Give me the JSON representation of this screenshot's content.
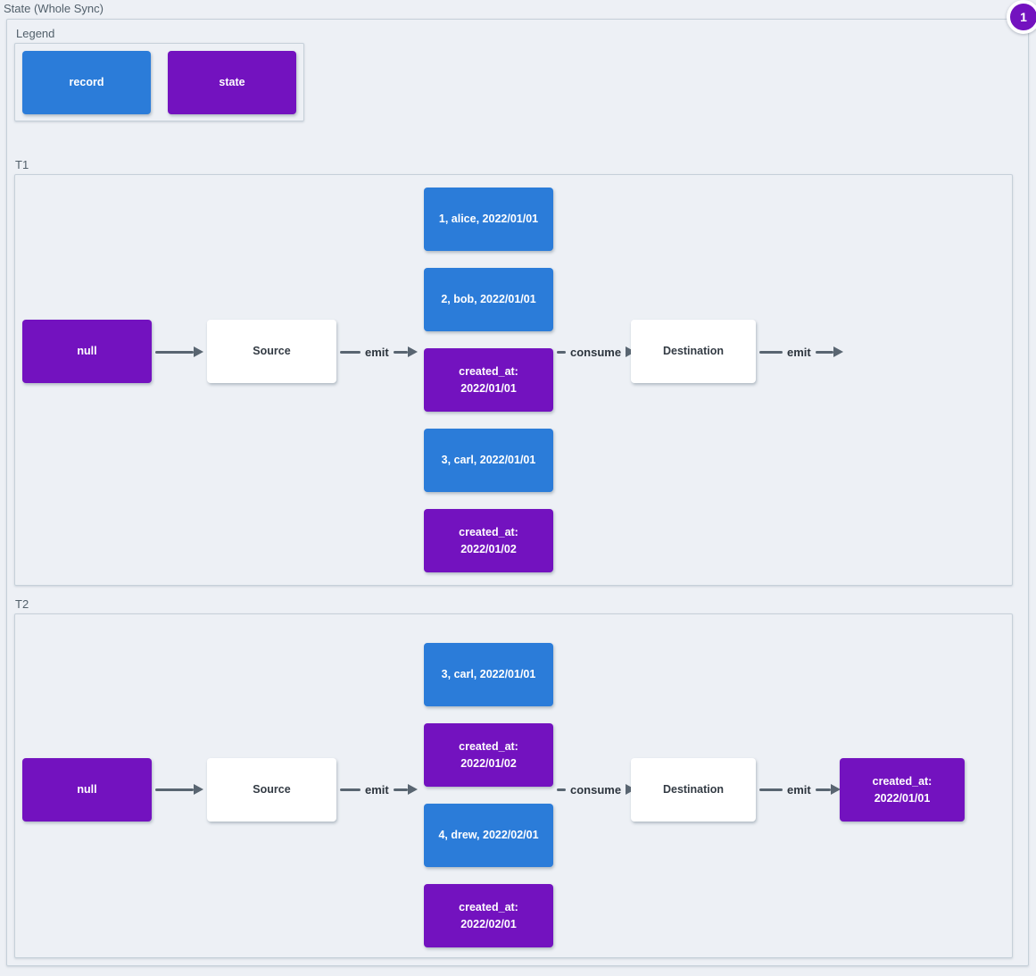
{
  "title": "State (Whole Sync)",
  "badge": {
    "value": "1"
  },
  "colors": {
    "background": "#edf0f5",
    "record": "#2b7cd9",
    "state": "#7312bf",
    "border": "#c6d0d9",
    "edge": "#596571",
    "label_text": "#52606b",
    "edge_label_text": "#2d353e"
  },
  "legend": {
    "label": "Legend",
    "items": [
      {
        "text": "record",
        "kind": "record"
      },
      {
        "text": "state",
        "kind": "state"
      }
    ]
  },
  "t1": {
    "label": "T1",
    "null_node": "null",
    "source": "Source",
    "destination": "Destination",
    "edges": {
      "emit_out": "emit",
      "consume": "consume",
      "emit_final": "emit"
    },
    "records": [
      {
        "text": "1, alice, 2022/01/01",
        "kind": "record"
      },
      {
        "text": "2, bob, 2022/01/01",
        "kind": "record"
      },
      {
        "text": "created_at: 2022/01/01",
        "kind": "state"
      },
      {
        "text": "3, carl, 2022/01/01",
        "kind": "record"
      },
      {
        "text": "created_at: 2022/01/02",
        "kind": "state"
      }
    ]
  },
  "t2": {
    "label": "T2",
    "null_node": "null",
    "source": "Source",
    "destination": "Destination",
    "edges": {
      "emit_out": "emit",
      "consume": "consume",
      "emit_final": "emit"
    },
    "records": [
      {
        "text": "3, carl, 2022/01/01",
        "kind": "record"
      },
      {
        "text": "created_at: 2022/01/02",
        "kind": "state"
      },
      {
        "text": "4, drew, 2022/02/01",
        "kind": "record"
      },
      {
        "text": "created_at: 2022/02/01",
        "kind": "state"
      }
    ],
    "final_state": {
      "text": "created_at: 2022/01/01",
      "kind": "state"
    }
  }
}
